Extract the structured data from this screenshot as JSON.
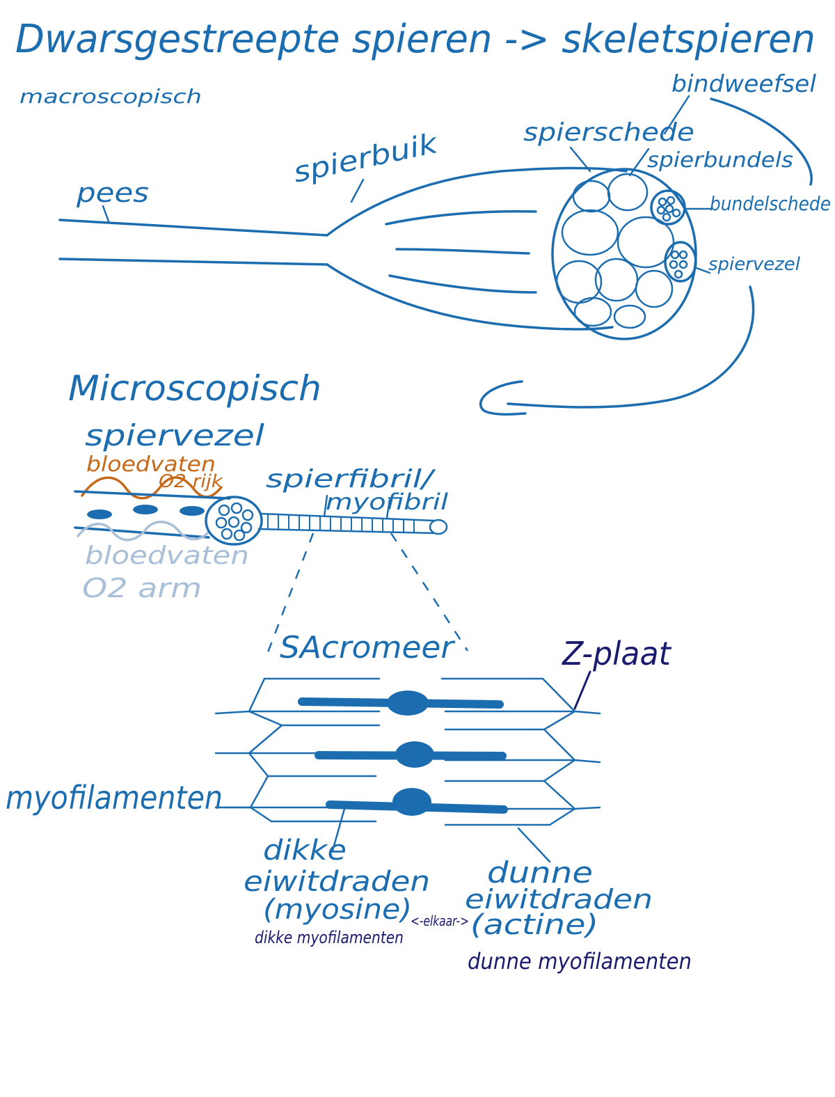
{
  "title": "Dwarsgestreepte spieren -> skeletspieren",
  "sections": {
    "macro": "macroscopisch",
    "micro": "Microscopisch"
  },
  "macro_labels": {
    "pees": "pees",
    "spierbuik": "spierbuik",
    "bindweefsel": "bindweefsel",
    "spierschede": "spierschede",
    "spierbundels": "spierbundels",
    "bundelschede": "bundelschede",
    "spiervezel": "spiervezel"
  },
  "micro_labels": {
    "spiervezel": "spiervezel",
    "bloedvaten_rijk_line1": "bloedvaten",
    "bloedvaten_rijk_line2": "O2 rijk",
    "bloedvaten_arm_line1": "bloedvaten",
    "bloedvaten_arm_line2": "O2 arm",
    "spierfibril_line1": "spierfibril/",
    "spierfibril_line2": "myofibril"
  },
  "sarcomeer_labels": {
    "sarcomeer": "SAcromeer",
    "zplaat": "Z-plaat",
    "myofilamenten": "myofilamenten",
    "dikke_line1": "dikke",
    "dikke_line2": "eiwitdraden",
    "dikke_line3": "(myosine)",
    "dikke_sub": "dikke myofilamenten",
    "dunne_line1": "dunne",
    "dunne_line2": "eiwitdraden",
    "dunne_line3": "(actine)",
    "dunne_sub": "dunne myofilamenten",
    "between": "<-elkaar->"
  },
  "colors": {
    "ink_blue": "#1c6db0",
    "ink_orange": "#c66a1a",
    "ink_pale_blue": "#a9bfd8",
    "ink_navy": "#1a1a6e"
  }
}
